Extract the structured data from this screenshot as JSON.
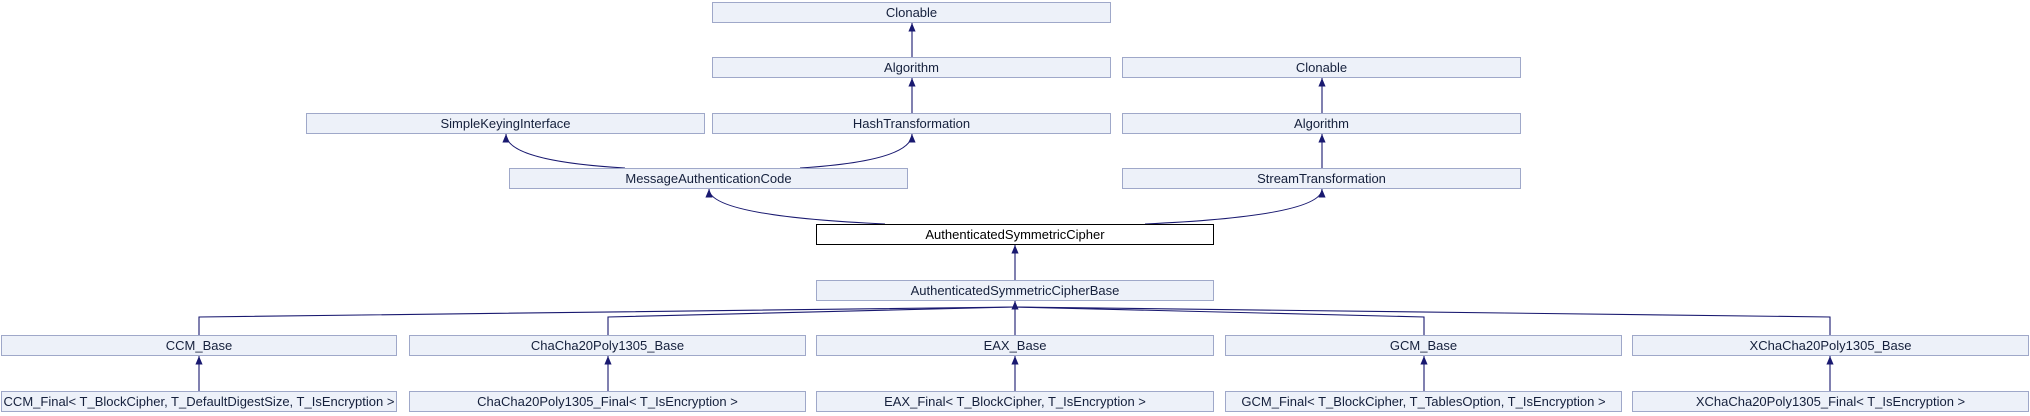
{
  "diagram": {
    "type": "class-inheritance-graph",
    "highlighted_class": "AuthenticatedSymmetricCipher",
    "colors": {
      "background": "#ffffff",
      "node_fill": "#edf1f9",
      "node_border": "#9fa8c9",
      "edge": "#191970",
      "highlight_fill": "#ffffff",
      "highlight_border": "#000000",
      "text": "#15203c"
    },
    "nodes": [
      {
        "id": "clonable-top",
        "label": "Clonable"
      },
      {
        "id": "algorithm-left",
        "label": "Algorithm"
      },
      {
        "id": "clonable-right",
        "label": "Clonable"
      },
      {
        "id": "simple-keying-interface",
        "label": "SimpleKeyingInterface"
      },
      {
        "id": "hash-transformation",
        "label": "HashTransformation"
      },
      {
        "id": "algorithm-right",
        "label": "Algorithm"
      },
      {
        "id": "message-authentication-code",
        "label": "MessageAuthenticationCode"
      },
      {
        "id": "stream-transformation",
        "label": "StreamTransformation"
      },
      {
        "id": "authenticated-symmetric-cipher",
        "label": "AuthenticatedSymmetricCipher",
        "highlight": true
      },
      {
        "id": "authenticated-symmetric-cipher-base",
        "label": "AuthenticatedSymmetricCipherBase"
      },
      {
        "id": "ccm-base",
        "label": "CCM_Base"
      },
      {
        "id": "chacha20poly1305-base",
        "label": "ChaCha20Poly1305_Base"
      },
      {
        "id": "eax-base",
        "label": "EAX_Base"
      },
      {
        "id": "gcm-base",
        "label": "GCM_Base"
      },
      {
        "id": "xchacha20poly1305-base",
        "label": "XChaCha20Poly1305_Base"
      },
      {
        "id": "ccm-final",
        "label": "CCM_Final< T_BlockCipher, T_DefaultDigestSize, T_IsEncryption >"
      },
      {
        "id": "chacha20poly1305-final",
        "label": "ChaCha20Poly1305_Final< T_IsEncryption >"
      },
      {
        "id": "eax-final",
        "label": "EAX_Final< T_BlockCipher, T_IsEncryption >"
      },
      {
        "id": "gcm-final",
        "label": "GCM_Final< T_BlockCipher, T_TablesOption, T_IsEncryption >"
      },
      {
        "id": "xchacha20poly1305-final",
        "label": "XChaCha20Poly1305_Final< T_IsEncryption >"
      }
    ],
    "edges": [
      {
        "from": "algorithm-left",
        "to": "clonable-top"
      },
      {
        "from": "hash-transformation",
        "to": "algorithm-left"
      },
      {
        "from": "algorithm-right",
        "to": "clonable-right"
      },
      {
        "from": "message-authentication-code",
        "to": "simple-keying-interface"
      },
      {
        "from": "message-authentication-code",
        "to": "hash-transformation"
      },
      {
        "from": "stream-transformation",
        "to": "algorithm-right"
      },
      {
        "from": "authenticated-symmetric-cipher",
        "to": "message-authentication-code"
      },
      {
        "from": "authenticated-symmetric-cipher",
        "to": "stream-transformation"
      },
      {
        "from": "authenticated-symmetric-cipher-base",
        "to": "authenticated-symmetric-cipher"
      },
      {
        "from": "ccm-base",
        "to": "authenticated-symmetric-cipher-base"
      },
      {
        "from": "chacha20poly1305-base",
        "to": "authenticated-symmetric-cipher-base"
      },
      {
        "from": "eax-base",
        "to": "authenticated-symmetric-cipher-base"
      },
      {
        "from": "gcm-base",
        "to": "authenticated-symmetric-cipher-base"
      },
      {
        "from": "xchacha20poly1305-base",
        "to": "authenticated-symmetric-cipher-base"
      },
      {
        "from": "ccm-final",
        "to": "ccm-base"
      },
      {
        "from": "chacha20poly1305-final",
        "to": "chacha20poly1305-base"
      },
      {
        "from": "eax-final",
        "to": "eax-base"
      },
      {
        "from": "gcm-final",
        "to": "gcm-base"
      },
      {
        "from": "xchacha20poly1305-final",
        "to": "xchacha20poly1305-base"
      }
    ]
  }
}
